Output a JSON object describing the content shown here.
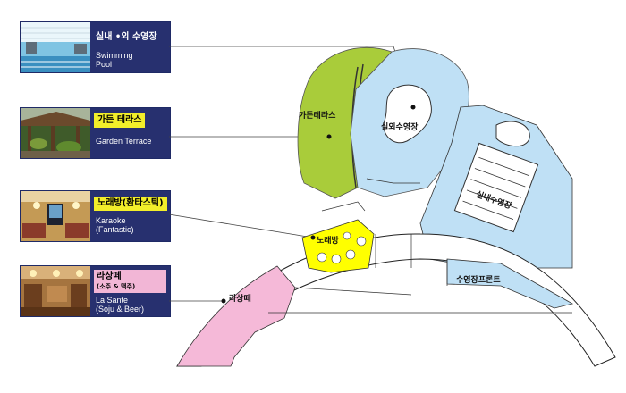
{
  "cards": [
    {
      "title_ko": "실내 •외 수영장",
      "title_en": "Swimming\nPool",
      "sub_ko": "",
      "accent": "#27306f",
      "text_bg": ""
    },
    {
      "title_ko": "가든 테라스",
      "title_en": "Garden Terrace",
      "sub_ko": "",
      "accent": "#27306f",
      "text_bg": "#f2ee2a"
    },
    {
      "title_ko": "노래방(환타스틱)",
      "title_en": "Karaoke\n(Fantastic)",
      "sub_ko": "",
      "accent": "#27306f",
      "text_bg": "#f2ee2a"
    },
    {
      "title_ko": "라상떼",
      "title_en": "La Sante\n(Soju & Beer)",
      "sub_ko": "(소주 & 맥주)",
      "accent": "#27306f",
      "text_bg": "#f2b6d6"
    }
  ],
  "map_labels": {
    "garden_terrace": "가든테라스",
    "outdoor_pool": "실외수영장",
    "indoor_pool": "실내수영장",
    "karaoke": "노래방",
    "pool_front": "수영장프론트",
    "la_sante": "라상떼"
  },
  "colors": {
    "garden": "#a9cc3a",
    "pool": "#bfe0f5",
    "karaoke": "#ffff00",
    "lasante": "#f5b9d8",
    "outline": "#222222"
  }
}
